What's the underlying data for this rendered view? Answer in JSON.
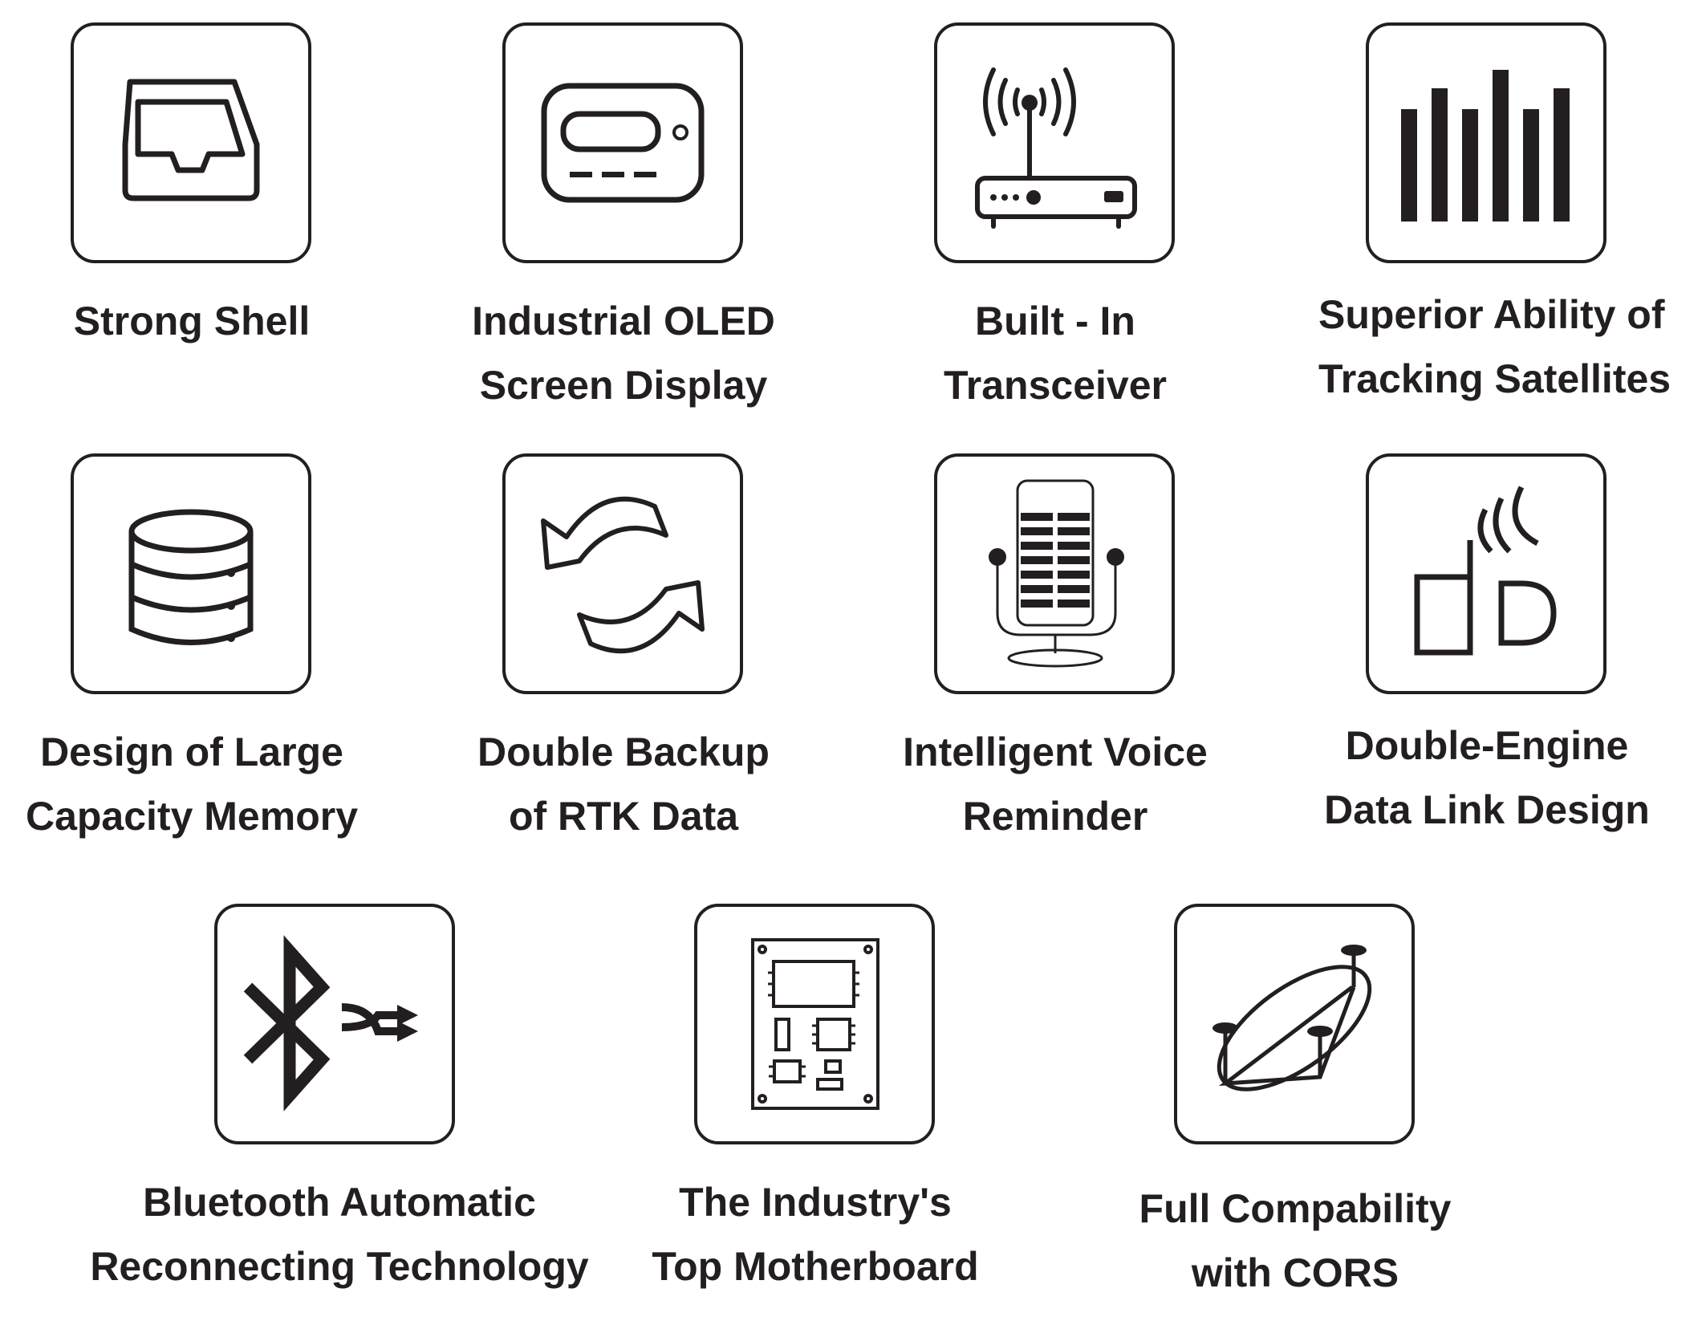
{
  "features": [
    {
      "id": "strong-shell",
      "icon": "tray-icon",
      "lines": [
        "Strong Shell"
      ]
    },
    {
      "id": "oled",
      "icon": "oled-screen-icon",
      "lines": [
        "Industrial OLED",
        "Screen Display"
      ]
    },
    {
      "id": "transceiver",
      "icon": "radio-router-icon",
      "lines": [
        "Built - In",
        "Transceiver"
      ]
    },
    {
      "id": "satellites",
      "icon": "signal-bars-icon",
      "lines": [
        "Superior Ability of",
        "Tracking Satellites"
      ]
    },
    {
      "id": "memory",
      "icon": "database-icon",
      "lines": [
        "Design of Large",
        "Capacity Memory"
      ]
    },
    {
      "id": "backup",
      "icon": "sync-arrows-icon",
      "lines": [
        "Double Backup",
        "of RTK Data"
      ]
    },
    {
      "id": "voice",
      "icon": "microphone-icon",
      "lines": [
        "Intelligent Voice",
        "Reminder"
      ]
    },
    {
      "id": "datalink",
      "icon": "datalink-icon",
      "lines": [
        "Double-Engine",
        "Data Link Design"
      ]
    },
    {
      "id": "bluetooth",
      "icon": "bluetooth-reconnect-icon",
      "lines": [
        "Bluetooth Automatic",
        "Reconnecting Technology"
      ]
    },
    {
      "id": "motherboard",
      "icon": "circuit-board-icon",
      "lines": [
        "The Industry's",
        "Top Motherboard"
      ]
    },
    {
      "id": "cors",
      "icon": "cors-network-icon",
      "lines": [
        "Full Compability",
        "with CORS"
      ]
    }
  ],
  "colors": {
    "ink": "#231f20",
    "background": "#ffffff"
  }
}
